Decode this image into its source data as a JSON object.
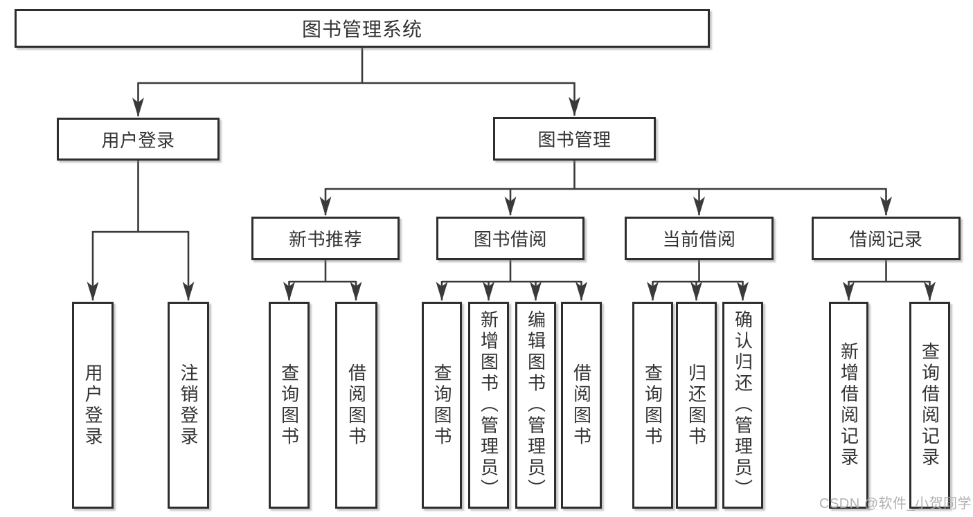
{
  "colors": {
    "background": "#ffffff",
    "line": "#3a3a3a",
    "box_border": "#2e2e2e",
    "text": "#333333",
    "watermark": "#aaaaaa"
  },
  "watermark": {
    "text": "CSDN @软件_小贺同学"
  },
  "nodes": {
    "root": {
      "label": "图书管理系统"
    },
    "l2": [
      {
        "label": "用户登录"
      },
      {
        "label": "图书管理"
      }
    ],
    "l3": [
      {
        "label": "新书推荐"
      },
      {
        "label": "图书借阅"
      },
      {
        "label": "当前借阅"
      },
      {
        "label": "借阅记录"
      }
    ],
    "l4": [
      {
        "label": "用户登录"
      },
      {
        "label": "注销登录"
      },
      {
        "label": "查询图书"
      },
      {
        "label": "借阅图书"
      },
      {
        "label": "查询图书"
      },
      {
        "label": "新增图书（管理员）"
      },
      {
        "label": "编辑图书（管理员）"
      },
      {
        "label": "借阅图书"
      },
      {
        "label": "查询图书"
      },
      {
        "label": "归还图书"
      },
      {
        "label": "确认归还（管理员）"
      },
      {
        "label": "新增借阅记录"
      },
      {
        "label": "查询借阅记录"
      }
    ]
  },
  "hierarchy": {
    "图书管理系统": [
      "用户登录",
      "图书管理"
    ],
    "用户登录": [
      "用户登录",
      "注销登录"
    ],
    "图书管理": [
      "新书推荐",
      "图书借阅",
      "当前借阅",
      "借阅记录"
    ],
    "新书推荐": [
      "查询图书",
      "借阅图书"
    ],
    "图书借阅": [
      "查询图书",
      "新增图书（管理员）",
      "编辑图书（管理员）",
      "借阅图书"
    ],
    "当前借阅": [
      "查询图书",
      "归还图书",
      "确认归还（管理员）"
    ],
    "借阅记录": [
      "新增借阅记录",
      "查询借阅记录"
    ]
  }
}
